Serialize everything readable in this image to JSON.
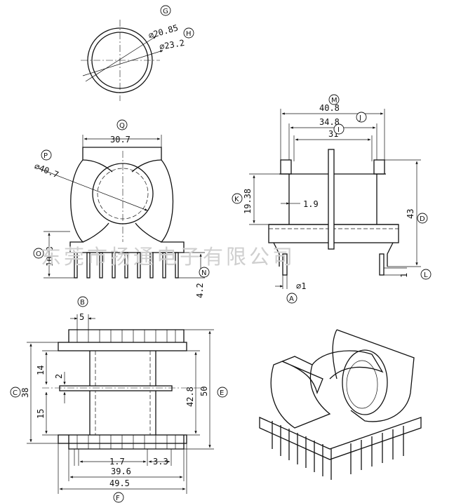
{
  "watermark": "东莞市扬通电子有限公司",
  "callouts": [
    "G",
    "H",
    "Q",
    "P",
    "O",
    "N",
    "M",
    "J",
    "I",
    "K",
    "D",
    "A",
    "L",
    "B",
    "C",
    "E",
    "F"
  ],
  "dimensions": {
    "d_inner": "⌀20.85",
    "d_outer": "⌀23.2",
    "top_width": "30.7",
    "flange_dia": "⌀40.7",
    "pin_height": "10.3",
    "pin_len": "4.2",
    "w_total": "40.8",
    "w_mid": "34.8",
    "w_inner": "31",
    "core_h": "19.38",
    "wall": "1.9",
    "height": "43",
    "pin_dia": "⌀1",
    "pin_step": "1",
    "pitch": "5",
    "slot_h": "14",
    "divider": "2",
    "lower_h": "15",
    "span_38": "38",
    "span_428": "42.8",
    "span_50": "50",
    "p17": "1.7",
    "p33": "3.3",
    "w396": "39.6",
    "w495": "49.5"
  }
}
